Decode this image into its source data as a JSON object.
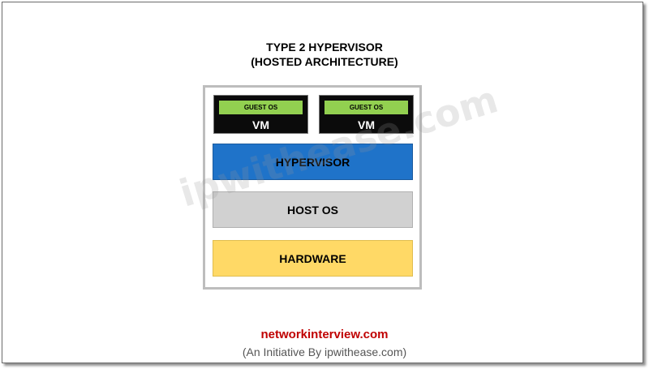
{
  "title": {
    "line1": "TYPE 2 HYPERVISOR",
    "line2": "(HOSTED ARCHITECTURE)"
  },
  "vms": [
    {
      "guest_label": "GUEST OS",
      "vm_label": "VM"
    },
    {
      "guest_label": "GUEST OS",
      "vm_label": "VM"
    }
  ],
  "layers": {
    "hypervisor": "HYPERVISOR",
    "host_os": "HOST OS",
    "hardware": "HARDWARE"
  },
  "watermark": "ipwithease.com",
  "footer": {
    "site": "networkinterview.com",
    "initiative": "(An Initiative By ipwithease.com)"
  },
  "colors": {
    "guest_os": "#92d050",
    "vm": "#0b0b0b",
    "hypervisor": "#1f73c9",
    "host_os": "#d1d1d1",
    "hardware": "#ffd966",
    "site_text": "#c00000"
  }
}
